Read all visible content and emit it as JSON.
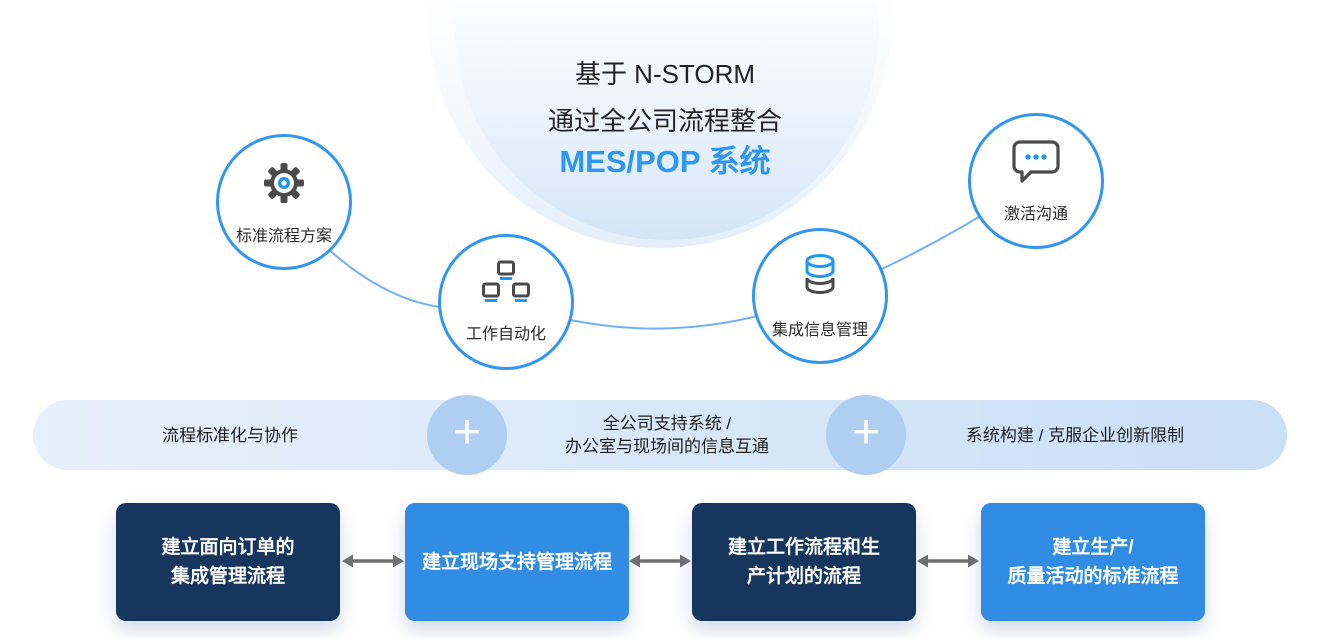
{
  "title": {
    "line1": "基于 N-STORM",
    "line2": "通过全公司流程整合",
    "line3": "MES/POP 系统"
  },
  "nodes": [
    {
      "label": "标准流程方案",
      "icon": "gear-icon"
    },
    {
      "label": "工作自动化",
      "icon": "network-nodes-icon"
    },
    {
      "label": "集成信息管理",
      "icon": "database-icon"
    },
    {
      "label": "激活沟通",
      "icon": "chat-bubble-icon"
    }
  ],
  "band": {
    "left": "流程标准化与协作",
    "center_line1": "全公司支持系统 /",
    "center_line2": "办公室与现场间的信息互通",
    "right": "系统构建 / 克服企业创新限制",
    "plus": "+"
  },
  "flow": {
    "boxes": [
      {
        "line1": "建立面向订单的",
        "line2": "集成管理流程",
        "variant": "dark"
      },
      {
        "line1": "建立现场支持管理流程",
        "line2": "",
        "variant": "light"
      },
      {
        "line1": "建立工作流程和生",
        "line2": "产计划的流程",
        "variant": "dark"
      },
      {
        "line1": "建立生产/",
        "line2": "质量活动的标准流程",
        "variant": "light"
      }
    ]
  },
  "colors": {
    "accent_blue": "#2e97f0",
    "circle_border": "#3295ef",
    "connector_blue": "#4f9cf0",
    "band_bg_left": "#e7f0fb",
    "band_bg_right": "#c9dff7",
    "plus_circle_bg": "#aecff2",
    "box_dark_navy": "#17365e",
    "box_light_blue": "#318ce4",
    "arrow_gray": "#6f6f6f",
    "icon_gray": "#4a4a4a"
  }
}
